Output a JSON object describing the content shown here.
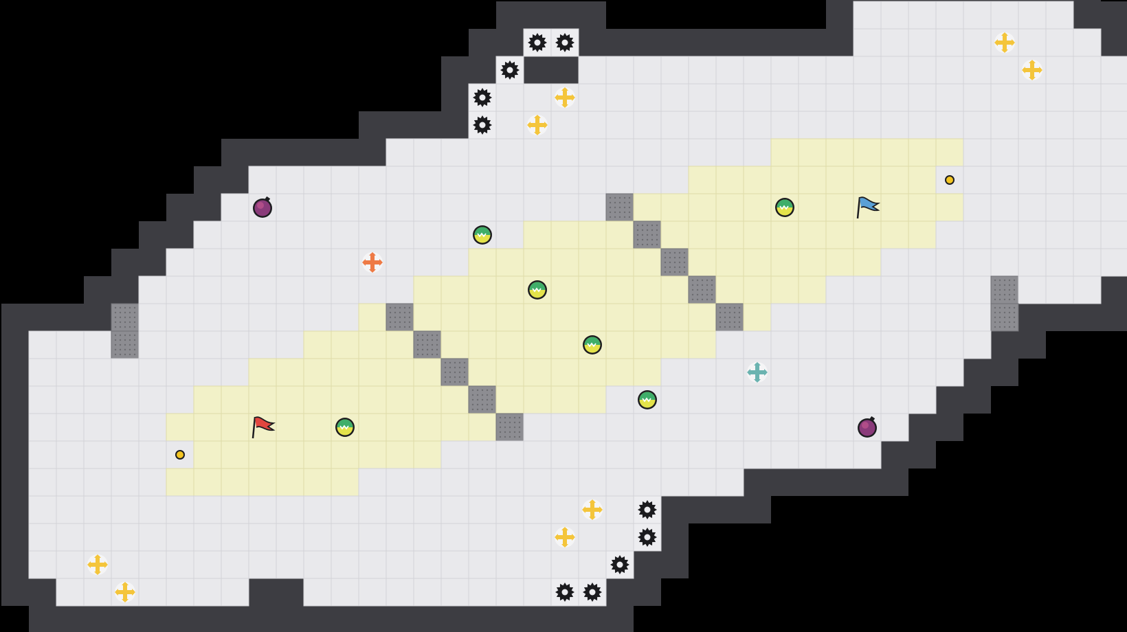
{
  "level": {
    "cols": 41,
    "rows": 23,
    "colors": {
      "background": "#000000",
      "wall": "#3d3d42",
      "floor": "#e9e9ec",
      "grid_line": "#d2d2d7",
      "zone": "#f2f1c8",
      "block": "#8d8d92",
      "saw": "#1b1b1e",
      "boost": "#f4c53b",
      "boost_alt_red": "#ee7a45",
      "boost_alt_teal": "#6bb3b0",
      "coin": "#f3c522",
      "team_red": "#e2463f",
      "team_blue": "#5aa0d6",
      "bomb": "#8a3b7a"
    },
    "floor_spans": [
      [
        0,
        31,
        38
      ],
      [
        1,
        31,
        39
      ],
      [
        2,
        21,
        40
      ],
      [
        3,
        18,
        40
      ],
      [
        4,
        17,
        40
      ],
      [
        5,
        14,
        40
      ],
      [
        6,
        9,
        40
      ],
      [
        7,
        8,
        40
      ],
      [
        8,
        7,
        40
      ],
      [
        9,
        6,
        40
      ],
      [
        10,
        5,
        39
      ],
      [
        11,
        4,
        36
      ],
      [
        12,
        1,
        35
      ],
      [
        13,
        1,
        34
      ],
      [
        14,
        1,
        33
      ],
      [
        15,
        1,
        32
      ],
      [
        16,
        1,
        31
      ],
      [
        17,
        1,
        26
      ],
      [
        18,
        1,
        23
      ],
      [
        19,
        1,
        22
      ],
      [
        20,
        1,
        21
      ],
      [
        21,
        2,
        8
      ],
      [
        21,
        11,
        19
      ]
    ],
    "zone_spans": [
      [
        5,
        28,
        34
      ],
      [
        6,
        25,
        33
      ],
      [
        7,
        23,
        34
      ],
      [
        8,
        19,
        33
      ],
      [
        9,
        17,
        31
      ],
      [
        10,
        15,
        29
      ],
      [
        11,
        13,
        27
      ],
      [
        12,
        11,
        25
      ],
      [
        13,
        9,
        23
      ],
      [
        14,
        7,
        21
      ],
      [
        15,
        6,
        17
      ],
      [
        16,
        7,
        15
      ],
      [
        17,
        6,
        12
      ]
    ],
    "blocks": [
      [
        7,
        22
      ],
      [
        8,
        23
      ],
      [
        9,
        24
      ],
      [
        10,
        25
      ],
      [
        11,
        26
      ],
      [
        11,
        14
      ],
      [
        12,
        15
      ],
      [
        13,
        16
      ],
      [
        14,
        17
      ],
      [
        15,
        18
      ],
      [
        11,
        4
      ],
      [
        12,
        4
      ],
      [
        10,
        36
      ],
      [
        11,
        36
      ]
    ],
    "saws": [
      [
        1,
        19
      ],
      [
        1,
        20
      ],
      [
        2,
        18
      ],
      [
        3,
        17
      ],
      [
        4,
        17
      ],
      [
        18,
        23
      ],
      [
        19,
        23
      ],
      [
        20,
        22
      ],
      [
        21,
        20
      ],
      [
        21,
        21
      ]
    ],
    "boosts": [
      {
        "row": 3,
        "col": 20,
        "color_key": "boost"
      },
      {
        "row": 4,
        "col": 19,
        "color_key": "boost"
      },
      {
        "row": 1,
        "col": 36,
        "color_key": "boost"
      },
      {
        "row": 2,
        "col": 37,
        "color_key": "boost"
      },
      {
        "row": 18,
        "col": 21,
        "color_key": "boost"
      },
      {
        "row": 19,
        "col": 20,
        "color_key": "boost"
      },
      {
        "row": 20,
        "col": 3,
        "color_key": "boost"
      },
      {
        "row": 21,
        "col": 4,
        "color_key": "boost"
      },
      {
        "row": 9,
        "col": 13,
        "color_key": "boost_alt_red"
      },
      {
        "row": 13,
        "col": 27,
        "color_key": "boost_alt_teal"
      }
    ],
    "speed_pads": [
      [
        8,
        17
      ],
      [
        10,
        19
      ],
      [
        12,
        21
      ],
      [
        14,
        23
      ],
      [
        15,
        12
      ],
      [
        7,
        28
      ]
    ],
    "coins": [
      [
        6,
        34
      ],
      [
        16,
        6
      ]
    ],
    "bombs": [
      [
        7,
        9
      ],
      [
        15,
        31
      ]
    ],
    "flags": [
      {
        "row": 15,
        "col": 9,
        "team": "red"
      },
      {
        "row": 7,
        "col": 31,
        "team": "blue"
      }
    ]
  }
}
